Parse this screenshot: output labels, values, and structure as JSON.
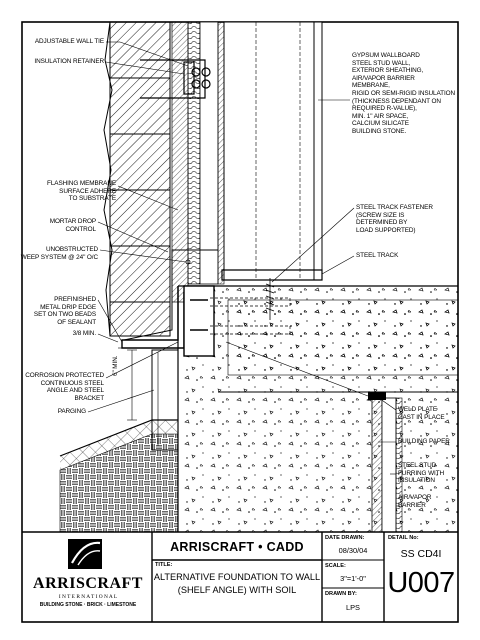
{
  "labels": {
    "adjustable_wall_tie": "ADJUSTABLE WALL TIE",
    "insulation_retainer": "INSULATION RETAINER",
    "flashing_membrane": "FLASHING MEMBRANE\nSURFACE ADHERE\nTO SUBSTRATE",
    "mortar_drop": "MORTAR DROP\nCONTROL",
    "weep_system": "UNOBSTRUCTED\nWEEP SYSTEM @ 24\" O/C",
    "drip_edge": "PREFINISHED\nMETAL DRIP EDGE\nSET ON TWO BEADS\nOF SEALANT",
    "min_3_8": "3/8 MIN.",
    "shelf_angle": "CORROSION PROTECTED\nCONTINUOUS STEEL\nANGLE AND STEEL BRACKET",
    "parging": "PARGING",
    "min_6": "6\" MIN.",
    "wall_assembly": "GYPSUM WALLBOARD\nSTEEL STUD WALL,\nEXTERIOR SHEATHING,\nAIR/VAPOR BARRIER\nMEMBRANE,\nRIGID OR SEMI-RIGID INSULATION\n(THICKNESS DEPENDANT ON\nREQUIRED R-VALUE),\nMIN. 1\" AIR SPACE,\nCALCIUM SILICATE\nBUILDING STONE.",
    "track_fastener": "STEEL TRACK FASTENER\n(SCREW SIZE IS\nDETERMINED BY\nLOAD SUPPORTED)",
    "steel_track": "STEEL TRACK",
    "weld_plate": "WELD PLATE\nCAST IN PLACE",
    "building_paper": "BUILDING PAPER",
    "furring": "STEEL STUD\nFURRING WITH\nINSULATION",
    "air_vapor": "AIR/VAPOR\nBARRIER"
  },
  "title_block": {
    "logo_name": "ARRISCRAFT",
    "logo_sub": "I N T E R N A T I O N A L",
    "logo_tagline": "BUILDING STONE · BRICK · LIMESTONE",
    "header": "ARRISCRAFT • CADD",
    "title_label": "TITLE:",
    "title_line1": "ALTERNATIVE FOUNDATION TO WALL",
    "title_line2": "(SHELF ANGLE) WITH SOIL",
    "date_label": "DATE DRAWN:",
    "date_value": "08/30/04",
    "scale_label": "SCALE:",
    "scale_value": "3\"=1'-0\"",
    "drawn_label": "DRAWN BY:",
    "drawn_value": "LPS",
    "detail_label": "DETAIL No:",
    "detail_code": "SS CD4I",
    "detail_number": "U007"
  }
}
